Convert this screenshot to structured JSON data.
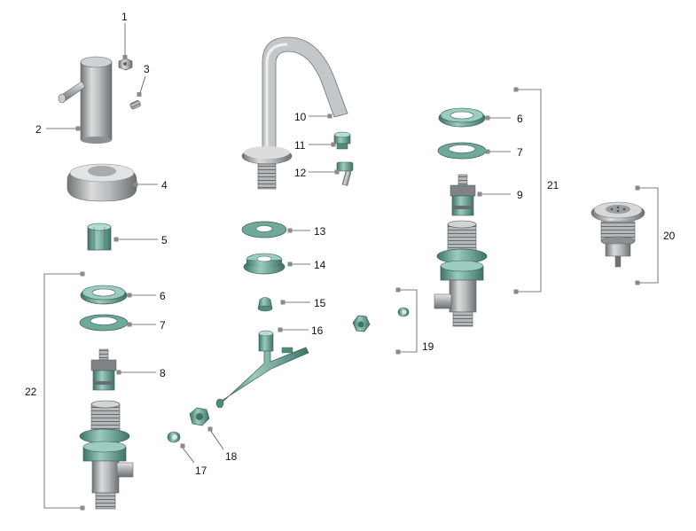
{
  "colors": {
    "chrome_dark": "#6f7275",
    "chrome_mid": "#a9acaf",
    "chrome_light": "#e4e6e7",
    "teal": "#5f9e90",
    "teal_light": "#9ccbbf",
    "teal_dark": "#3e7468",
    "leader": "#555555",
    "text": "#111111"
  },
  "callouts": {
    "c1": "1",
    "c2": "2",
    "c3": "3",
    "c4": "4",
    "c5": "5",
    "c6a": "6",
    "c7a": "7",
    "c8": "8",
    "c22": "22",
    "c10": "10",
    "c11": "11",
    "c12": "12",
    "c13": "13",
    "c14": "14",
    "c15": "15",
    "c16": "16",
    "c17": "17",
    "c18": "18",
    "c19": "19",
    "c6b": "6",
    "c7b": "7",
    "c9": "9",
    "c21": "21",
    "c20": "20"
  }
}
